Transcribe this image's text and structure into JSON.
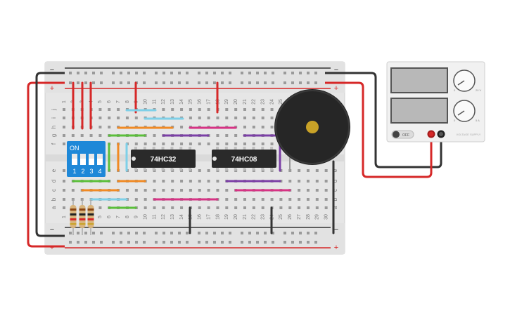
{
  "breadboard": {
    "rail_plus": "+",
    "rail_minus": "−",
    "row_letters_top": [
      "j",
      "i",
      "h",
      "g",
      "f"
    ],
    "row_letters_bottom": [
      "e",
      "d",
      "c",
      "b",
      "a"
    ],
    "column_numbers": [
      "1",
      "2",
      "3",
      "4",
      "5",
      "6",
      "7",
      "8",
      "9",
      "10",
      "11",
      "12",
      "13",
      "14",
      "15",
      "16",
      "17",
      "18",
      "19",
      "20",
      "21",
      "22",
      "23",
      "24",
      "25",
      "26",
      "27",
      "28",
      "29",
      "30"
    ]
  },
  "chips": [
    {
      "label": "74HC32"
    },
    {
      "label": "74HC08"
    }
  ],
  "dip_switch": {
    "on_label": "ON",
    "positions": [
      "1",
      "2",
      "3",
      "4"
    ]
  },
  "power_supply": {
    "off_label": "OFF",
    "knob_top_min": "0",
    "knob_top_max": "20 V",
    "knob_bottom_min": "0",
    "knob_bottom_max": "5 A",
    "brand": "VOLTAGE SUPPLY"
  },
  "colors": {
    "red_wire": "#d62828",
    "black_wire": "#333333",
    "light_blue_wire": "#7fd0e8",
    "orange_wire": "#f08a24",
    "green_wire": "#5bbf3a",
    "magenta_wire": "#d63384",
    "purple_wire": "#7b3fa6",
    "dip_blue": "#1e88d8",
    "chip_body": "#2a2a2a",
    "buzzer_gold": "#c9a227"
  }
}
